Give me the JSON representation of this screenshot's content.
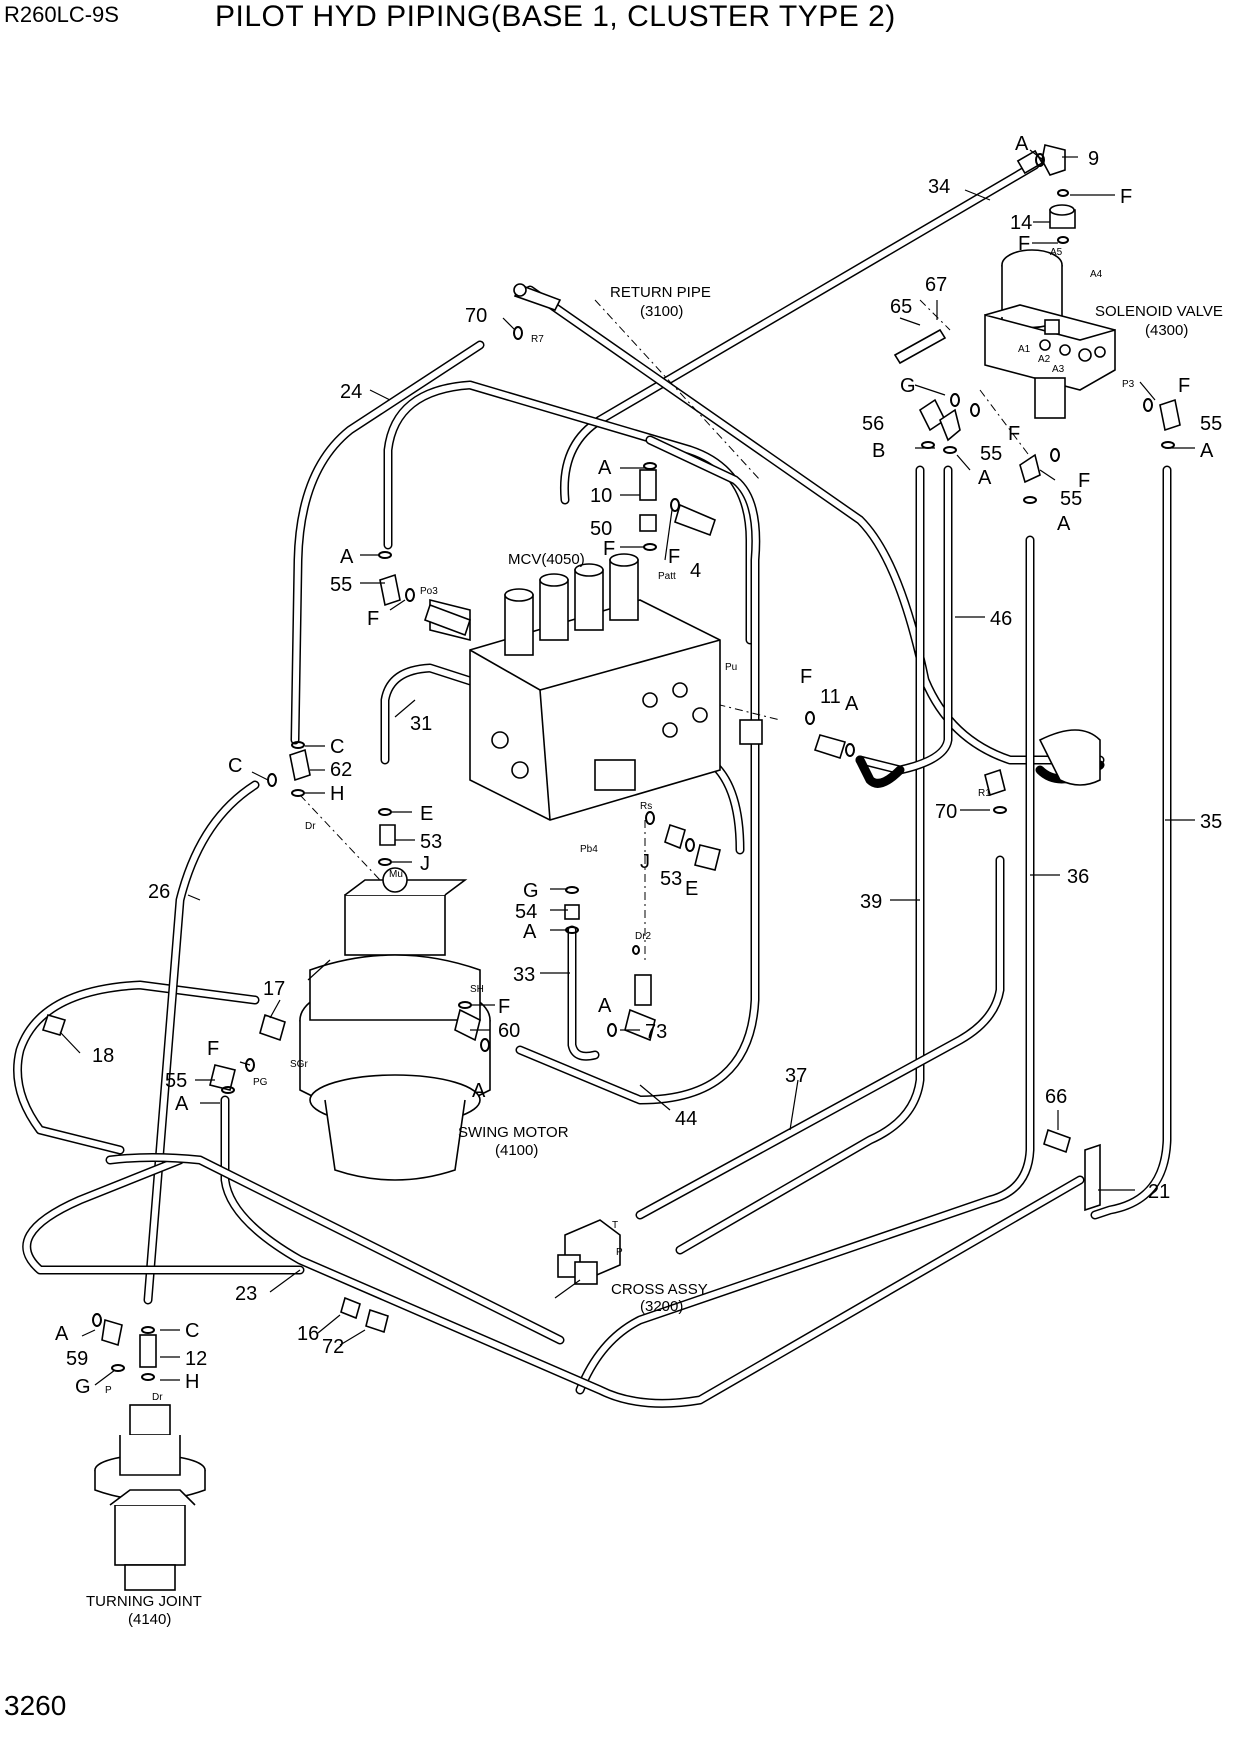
{
  "header": {
    "model": "R260LC-9S",
    "title": "PILOT HYD PIPING(BASE 1, CLUSTER TYPE 2)"
  },
  "footer": {
    "page_number": "3260"
  },
  "components": {
    "return_pipe": "RETURN PIPE",
    "return_pipe_ref": "(3100)",
    "solenoid_valve": "SOLENOID VALVE",
    "solenoid_valve_ref": "(4300)",
    "mcv": "MCV(4050)",
    "swing_motor": "SWING MOTOR",
    "swing_motor_ref": "(4100)",
    "cross_assy": "CROSS ASSY",
    "cross_assy_ref": "(3200)",
    "turning_joint": "TURNING JOINT",
    "turning_joint_ref": "(4140)"
  },
  "part_labels": [
    {
      "id": "p9",
      "text": "9"
    },
    {
      "id": "pA1",
      "text": "A"
    },
    {
      "id": "p34",
      "text": "34"
    },
    {
      "id": "pF1",
      "text": "F"
    },
    {
      "id": "p14",
      "text": "14"
    },
    {
      "id": "pF2",
      "text": "F"
    },
    {
      "id": "p67",
      "text": "67"
    },
    {
      "id": "p65",
      "text": "65"
    },
    {
      "id": "p70a",
      "text": "70"
    },
    {
      "id": "p24",
      "text": "24"
    },
    {
      "id": "pG1",
      "text": "G"
    },
    {
      "id": "pF3",
      "text": "F"
    },
    {
      "id": "pF4",
      "text": "F"
    },
    {
      "id": "p56",
      "text": "56"
    },
    {
      "id": "p55a",
      "text": "55"
    },
    {
      "id": "p55b",
      "text": "55"
    },
    {
      "id": "pB",
      "text": "B"
    },
    {
      "id": "pA2",
      "text": "A"
    },
    {
      "id": "pA3",
      "text": "A"
    },
    {
      "id": "p55c",
      "text": "55"
    },
    {
      "id": "pF5",
      "text": "F"
    },
    {
      "id": "pA4",
      "text": "A"
    },
    {
      "id": "pA5",
      "text": "A"
    },
    {
      "id": "p10",
      "text": "10"
    },
    {
      "id": "p50",
      "text": "50"
    },
    {
      "id": "pF6",
      "text": "F"
    },
    {
      "id": "pF7",
      "text": "F"
    },
    {
      "id": "p4",
      "text": "4"
    },
    {
      "id": "pA6",
      "text": "A"
    },
    {
      "id": "p55d",
      "text": "55"
    },
    {
      "id": "pF8",
      "text": "F"
    },
    {
      "id": "p46",
      "text": "46"
    },
    {
      "id": "p31",
      "text": "31"
    },
    {
      "id": "pF9",
      "text": "F"
    },
    {
      "id": "p11",
      "text": "11"
    },
    {
      "id": "pA7",
      "text": "A"
    },
    {
      "id": "pC1",
      "text": "C"
    },
    {
      "id": "pC2",
      "text": "C"
    },
    {
      "id": "p62",
      "text": "62"
    },
    {
      "id": "pH1",
      "text": "H"
    },
    {
      "id": "pE1",
      "text": "E"
    },
    {
      "id": "p53a",
      "text": "53"
    },
    {
      "id": "pJ1",
      "text": "J"
    },
    {
      "id": "p70b",
      "text": "70"
    },
    {
      "id": "p35",
      "text": "35"
    },
    {
      "id": "pJ2",
      "text": "J"
    },
    {
      "id": "p53b",
      "text": "53"
    },
    {
      "id": "pE2",
      "text": "E"
    },
    {
      "id": "p36",
      "text": "36"
    },
    {
      "id": "p26",
      "text": "26"
    },
    {
      "id": "pG2",
      "text": "G"
    },
    {
      "id": "p54",
      "text": "54"
    },
    {
      "id": "pA8",
      "text": "A"
    },
    {
      "id": "p39",
      "text": "39"
    },
    {
      "id": "p33",
      "text": "33"
    },
    {
      "id": "p17",
      "text": "17"
    },
    {
      "id": "pF10",
      "text": "F"
    },
    {
      "id": "p60",
      "text": "60"
    },
    {
      "id": "pA9",
      "text": "A"
    },
    {
      "id": "p73",
      "text": "73"
    },
    {
      "id": "p18",
      "text": "18"
    },
    {
      "id": "pF11",
      "text": "F"
    },
    {
      "id": "p55e",
      "text": "55"
    },
    {
      "id": "pA10",
      "text": "A"
    },
    {
      "id": "pA11",
      "text": "A"
    },
    {
      "id": "p37",
      "text": "37"
    },
    {
      "id": "p44",
      "text": "44"
    },
    {
      "id": "p66",
      "text": "66"
    },
    {
      "id": "p21",
      "text": "21"
    },
    {
      "id": "p23",
      "text": "23"
    },
    {
      "id": "pC3",
      "text": "C"
    },
    {
      "id": "pA12",
      "text": "A"
    },
    {
      "id": "p59",
      "text": "59"
    },
    {
      "id": "p12",
      "text": "12"
    },
    {
      "id": "p16",
      "text": "16"
    },
    {
      "id": "p72",
      "text": "72"
    },
    {
      "id": "pG3",
      "text": "G"
    },
    {
      "id": "pH2",
      "text": "H"
    }
  ],
  "port_labels": [
    {
      "id": "R7",
      "text": "R7"
    },
    {
      "id": "A5",
      "text": "A5"
    },
    {
      "id": "A4",
      "text": "A4"
    },
    {
      "id": "A1",
      "text": "A1"
    },
    {
      "id": "A2",
      "text": "A2"
    },
    {
      "id": "A3",
      "text": "A3"
    },
    {
      "id": "P3",
      "text": "P3"
    },
    {
      "id": "Po3",
      "text": "Po3"
    },
    {
      "id": "Patt",
      "text": "Patt"
    },
    {
      "id": "Pu",
      "text": "Pu"
    },
    {
      "id": "R1",
      "text": "R1"
    },
    {
      "id": "Dr1",
      "text": "Dr"
    },
    {
      "id": "Mu",
      "text": "Mu"
    },
    {
      "id": "Rs",
      "text": "Rs"
    },
    {
      "id": "Pb4",
      "text": "Pb4"
    },
    {
      "id": "Dr2",
      "text": "Dr2"
    },
    {
      "id": "SH",
      "text": "SH"
    },
    {
      "id": "SGr",
      "text": "SGr"
    },
    {
      "id": "PG",
      "text": "PG"
    },
    {
      "id": "T",
      "text": "T"
    },
    {
      "id": "P",
      "text": "P"
    },
    {
      "id": "Pj",
      "text": "P"
    },
    {
      "id": "Dr3",
      "text": "Dr"
    }
  ]
}
